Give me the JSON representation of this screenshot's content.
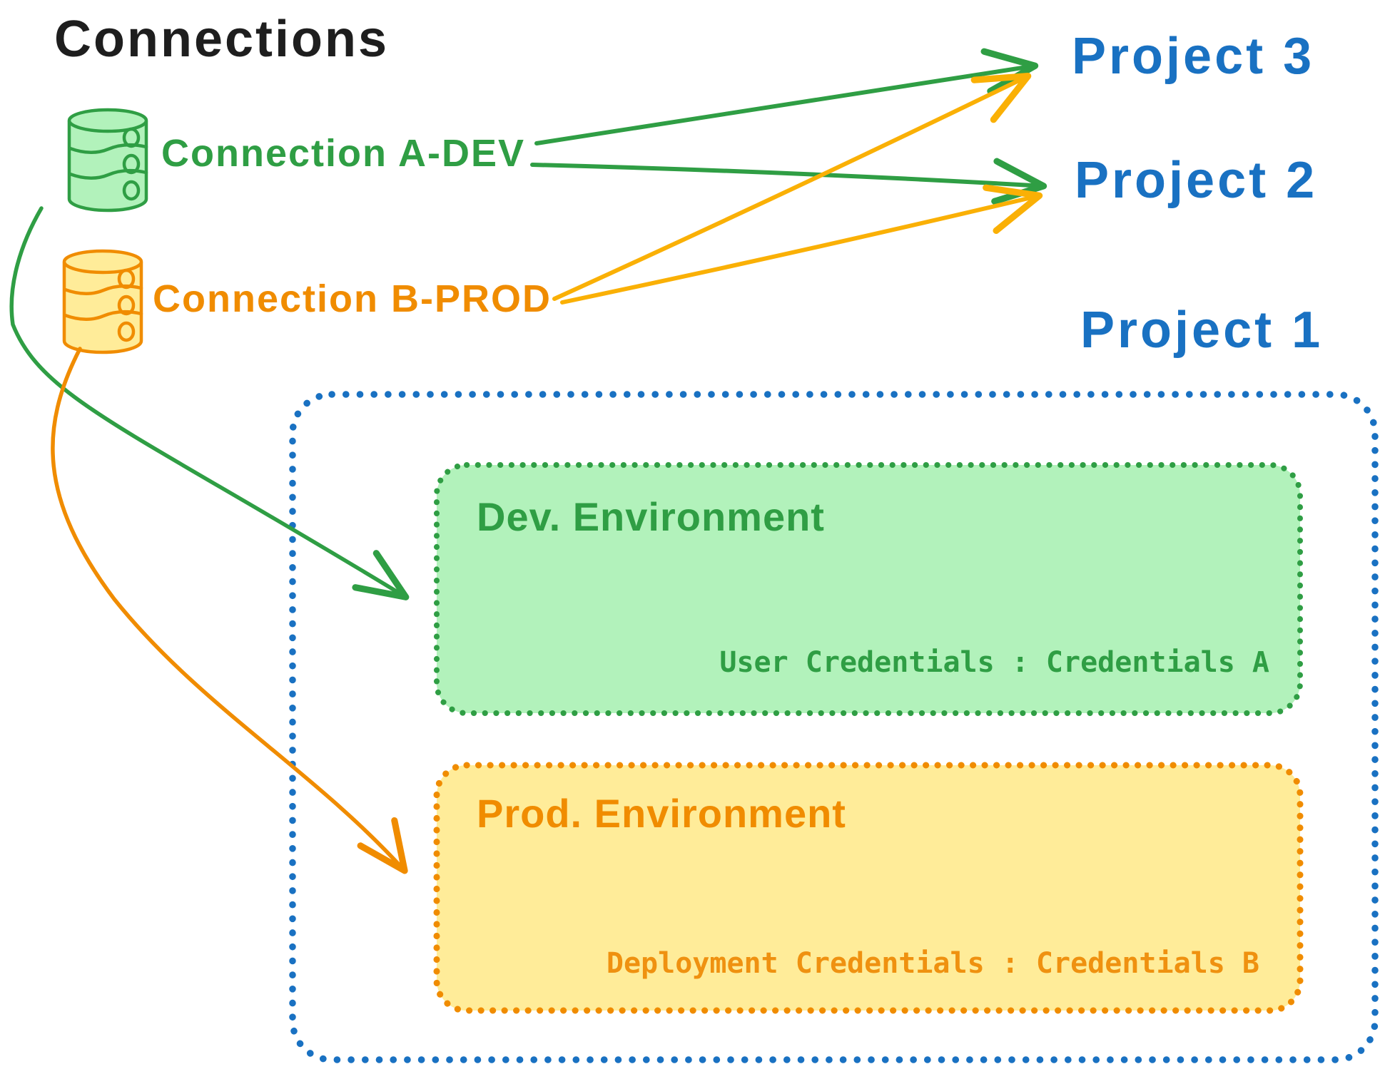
{
  "diagram": {
    "title": "Connections",
    "connections": [
      {
        "label": "Connection A-DEV",
        "icon": "database-icon",
        "color": "#2f9e44",
        "fill": "#b2f2bb"
      },
      {
        "label": "Connection B-PROD",
        "icon": "database-icon",
        "color": "#f08c00",
        "fill": "#ffec99"
      }
    ],
    "projects": [
      {
        "label": "Project 3"
      },
      {
        "label": "Project 2"
      },
      {
        "label": "Project 1"
      }
    ],
    "project1": {
      "environments": [
        {
          "title": "Dev. Environment",
          "credentials": "User Credentials : Credentials A"
        },
        {
          "title": "Prod. Environment",
          "credentials": "Deployment Credentials : Credentials B"
        }
      ]
    },
    "arrows": [
      {
        "from": "Connection A-DEV",
        "to": "Project 3",
        "color": "#2f9e44"
      },
      {
        "from": "Connection A-DEV",
        "to": "Project 2",
        "color": "#2f9e44"
      },
      {
        "from": "Connection B-PROD",
        "to": "Project 3",
        "color": "#fab005"
      },
      {
        "from": "Connection B-PROD",
        "to": "Project 2",
        "color": "#fab005"
      },
      {
        "from": "Connection A-DEV",
        "to": "Dev. Environment",
        "color": "#2f9e44"
      },
      {
        "from": "Connection B-PROD",
        "to": "Prod. Environment",
        "color": "#f08c00"
      }
    ],
    "colors": {
      "ink": "#1e1e1e",
      "green": "#2f9e44",
      "green_fill": "#b2f2bb",
      "orange": "#f08c00",
      "amber": "#fab005",
      "yellow_fill": "#ffec99",
      "blue": "#1971c2"
    }
  }
}
